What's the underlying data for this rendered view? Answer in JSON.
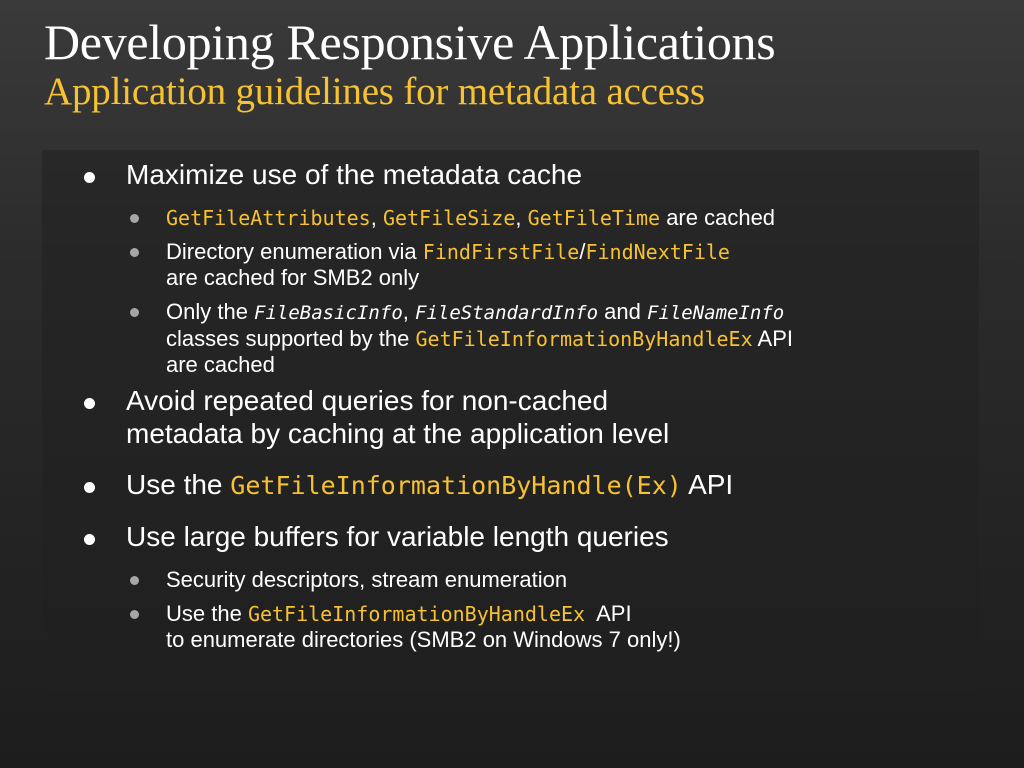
{
  "slide": {
    "title": "Developing Responsive Applications",
    "subtitle": "Application guidelines for metadata access"
  },
  "bullets": [
    {
      "text": "Maximize use of the metadata cache",
      "children": [
        {
          "api1": "GetFileAttributes",
          "sep1": ", ",
          "api2": "GetFileSize",
          "sep2": ", ",
          "api3": "GetFileTime",
          "suffix": " are cached"
        },
        {
          "prefix": "Directory enumeration via ",
          "api1": "FindFirstFile",
          "sep": "/",
          "api2": "FindNextFile",
          "line2": "are cached for SMB2 only"
        },
        {
          "prefix": "Only the ",
          "class1": "FileBasicInfo",
          "sep": ", ",
          "class2": "FileStandardInfo",
          "and": " and ",
          "class3": "FileNameInfo",
          "line2_prefix": "classes supported by the ",
          "api": "GetFileInformationByHandleEx",
          "line2_suffix": " API",
          "line3": "are cached"
        }
      ]
    },
    {
      "line1": "Avoid repeated queries for non-cached",
      "line2": "metadata by caching at the application level"
    },
    {
      "prefix": "Use the ",
      "api": "GetFileInformationByHandle(Ex)",
      "suffix": " API"
    },
    {
      "text": "Use large buffers for variable length queries",
      "children": [
        {
          "text": "Security descriptors, stream enumeration"
        },
        {
          "prefix": "Use the ",
          "api": "GetFileInformationByHandleEx",
          "suffix": "  API",
          "line2": "to enumerate directories (SMB2 on Windows 7 only!)"
        }
      ]
    }
  ],
  "colors": {
    "accent": "#f6c232",
    "text": "#ffffff",
    "sub_bullet": "#a6a6a6"
  }
}
